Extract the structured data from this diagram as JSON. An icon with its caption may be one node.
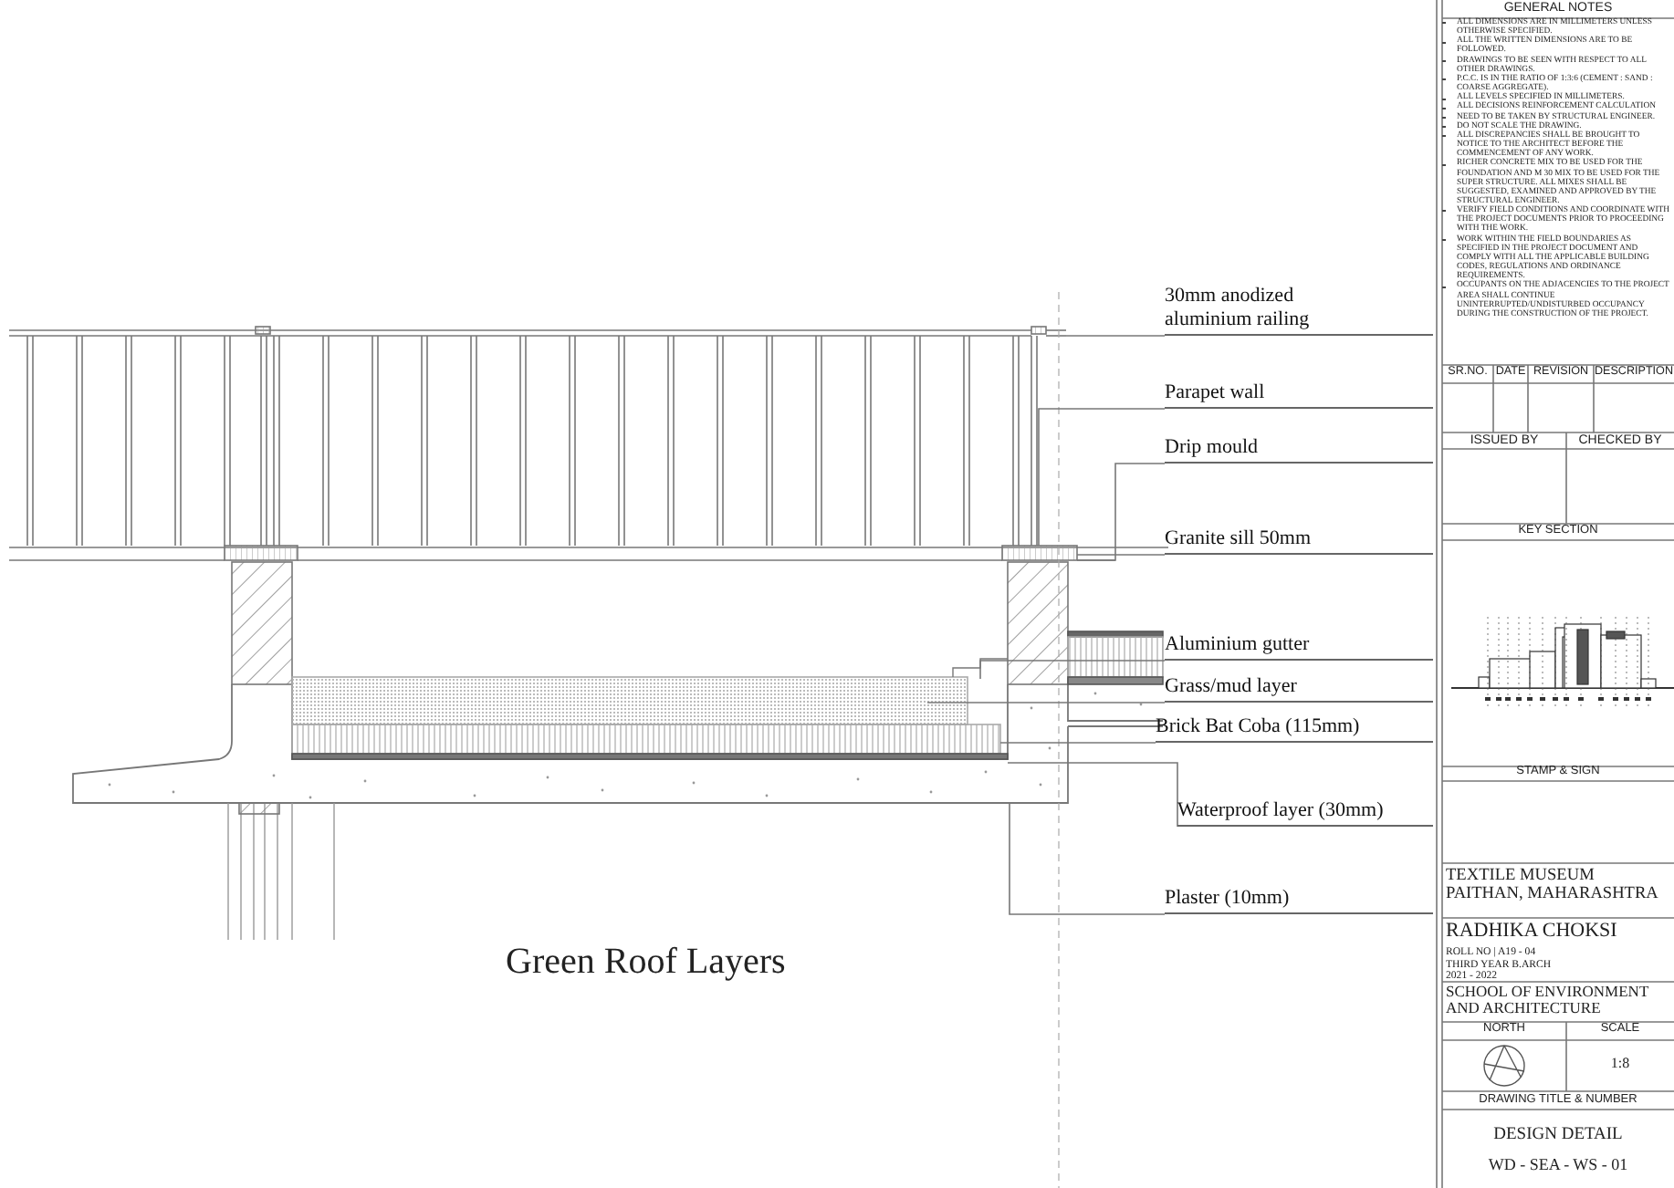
{
  "diagram": {
    "title": "Green Roof Layers",
    "nodes": [
      {
        "text": [
          "30mm anodized aluminium railing"
        ]
      },
      {
        "text": [
          "Parapet wall"
        ]
      },
      {
        "text": [
          "Drip mould"
        ]
      },
      {
        "text": [
          "Granite sill 50mm"
        ]
      },
      {
        "text": [
          "Aluminium gutter"
        ]
      },
      {
        "text": [
          "Grass/mud layer"
        ]
      },
      {
        "text": [
          "Brick Bat Coba (115mm)"
        ]
      },
      {
        "text": [
          "Waterproof layer (30mm)"
        ]
      },
      {
        "text": [
          "Plaster (10mm)"
        ]
      }
    ],
    "edges": [
      {
        "from": 0,
        "to": null,
        "arrow": "none"
      },
      {
        "from": 1,
        "to": null,
        "arrow": "none"
      },
      {
        "from": 2,
        "to": null,
        "arrow": "none"
      },
      {
        "from": 3,
        "to": null,
        "arrow": "none"
      },
      {
        "from": 4,
        "to": null,
        "arrow": "none"
      },
      {
        "from": 5,
        "to": null,
        "arrow": "none"
      },
      {
        "from": 6,
        "to": null,
        "arrow": "none"
      },
      {
        "from": 7,
        "to": null,
        "arrow": "none"
      },
      {
        "from": 8,
        "to": null,
        "arrow": "none"
      }
    ],
    "labels": [
      "GENERAL NOTES",
      "ALL DIMENSIONS ARE IN MILLIMETERS UNLESS OTHERWISE SPECIFIED.",
      "ALL THE WRITTEN DIMENSIONS ARE TO BE FOLLOWED.",
      "DRAWINGS TO BE SEEN WITH RESPECT TO ALL OTHER DRAWINGS.",
      "P.C.C. IS IN THE RATIO OF 1:3:6 (CEMENT : SAND : COARSE AGGREGATE).",
      "ALL LEVELS SPECIFIED IN MILLIMETERS.",
      "ALL DECISIONS REINFORCEMENT CALCULATION",
      "NEED TO BE TAKEN BY STRUCTURAL ENGINEER.",
      "DO NOT SCALE THE DRAWING.",
      "ALL DISCREPANCIES SHALL BE BROUGHT TO NOTICE TO THE ARCHITECT BEFORE THE COMMENCEMENT OF ANY WORK.",
      "RICHER CONCRETE MIX TO BE USED FOR THE FOUNDATION AND M 30 MIX TO BE USED FOR THE SUPER STRUCTURE. ALL MIXES SHALL BE SUGGESTED, EXAMINED AND APPROVED BY THE STRUCTURAL ENGINEER.",
      "VERIFY FIELD CONDITIONS AND COORDINATE WITH THE PROJECT DOCUMENTS PRIOR TO PROCEEDING WITH THE WORK.",
      "WORK WITHIN THE FIELD BOUNDARIES AS SPECIFIED IN THE PROJECT DOCUMENT AND COMPLY WITH ALL THE APPLICABLE BUILDING CODES, REGULATIONS AND ORDINANCE REQUIREMENTS.",
      "OCCUPANTS ON THE ADJACENCIES TO THE PROJECT AREA SHALL CONTINUE UNINTERRUPTED/UNDISTURBED OCCUPANCY DURING THE CONSTRUCTION OF THE PROJECT.",
      "SR.NO.",
      "DATE",
      "REVISION",
      "DESCRIPTION",
      "ISSUED BY",
      "CHECKED BY",
      "KEY SECTION",
      "STAMP & SIGN",
      "TEXTILE MUSEUM PAITHAN, MAHARASHTRA",
      "RADHIKA CHOKSI",
      "ROLL NO | A19 - 04",
      "THIRD YEAR B.ARCH",
      "2021 - 2022",
      "SCHOOL OF ENVIRONMENT AND ARCHITECTURE",
      "NORTH",
      "SCALE",
      "1:8",
      "DRAWING TITLE & NUMBER",
      "DESIGN DETAIL",
      "WD - SEA - WS - 01"
    ]
  }
}
